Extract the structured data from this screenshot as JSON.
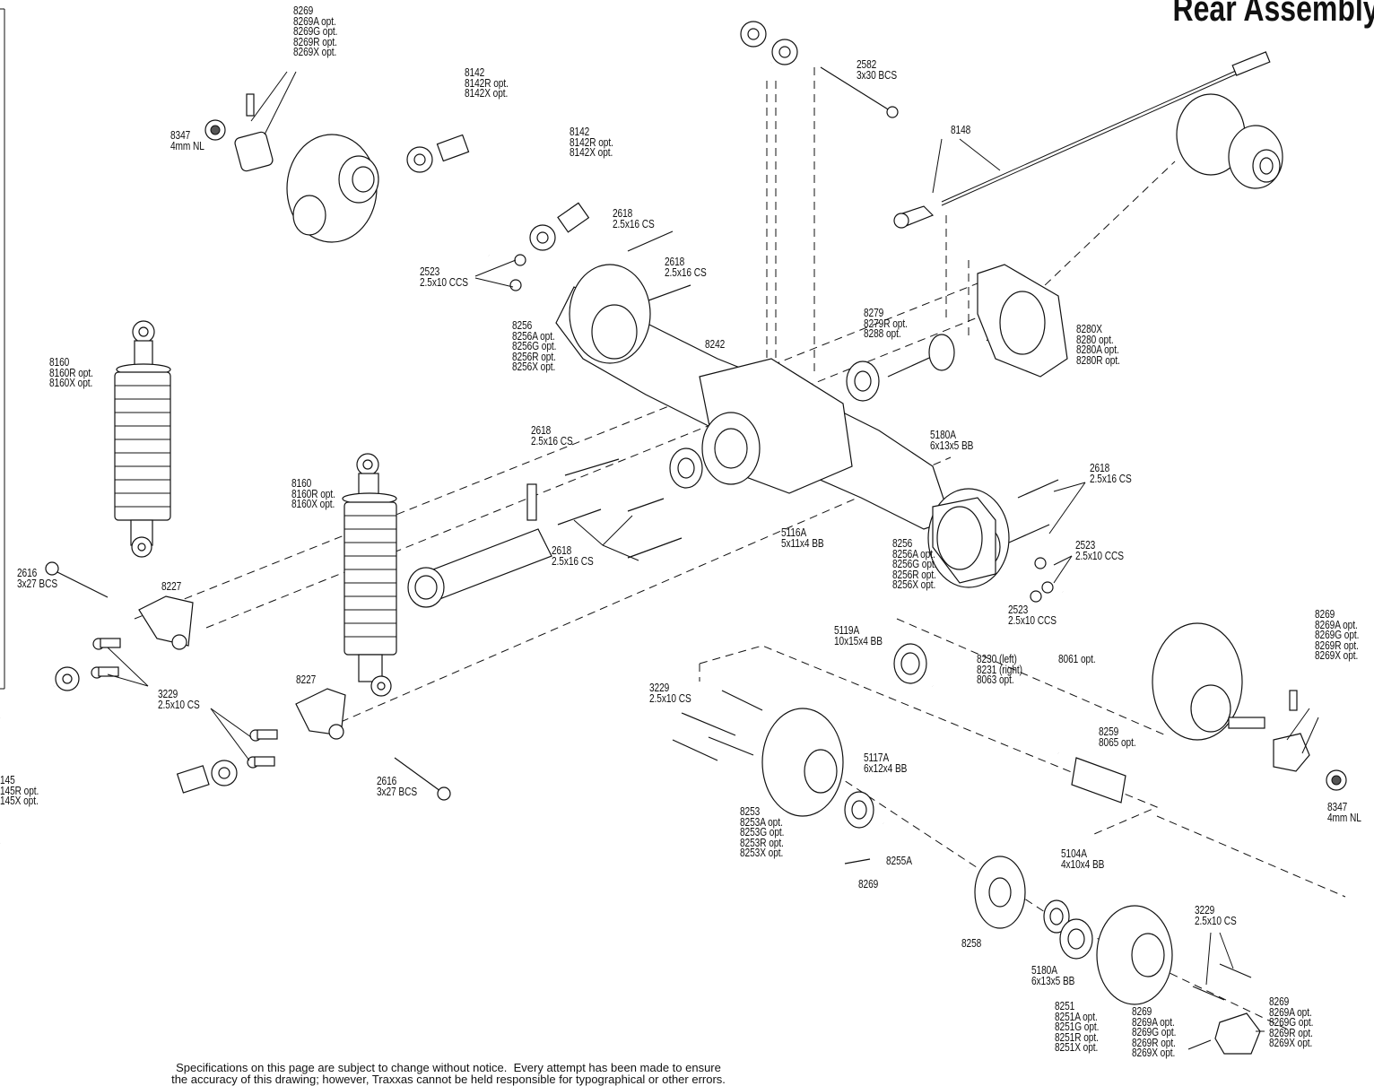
{
  "title": "Rear Assembly",
  "disclaimer": "Specifications on this page are subject to change without notice.  Every attempt has been made to ensure\nthe accuracy of this drawing; however, Traxxas cannot be held responsible for typographical or other errors.",
  "labels": {
    "hex_top_left": "8269\n8269A opt.\n8269G opt.\n8269R opt.\n8269X opt.",
    "nut_top_left": "8347\n4mm NL",
    "link_upper_1": "8142\n8142R opt.\n8142X opt.",
    "link_upper_2": "8142\n8142R opt.\n8142X opt.",
    "screw_2582": "2582\n3x30 BCS",
    "cable_8148": "8148",
    "screw_2618_a": "2618\n2.5x16 CS",
    "screw_2618_b": "2618\n2.5x16 CS",
    "screw_2523_a": "2523\n2.5x10 CCS",
    "portal_left_8256": "8256\n8256A opt.\n8256G opt.\n8256R opt.\n8256X opt.",
    "housing_8242": "8242",
    "gear_8279": "8279\n8279R opt.\n8288 opt.",
    "cover_8280": "8280X\n8280 opt.\n8280A opt.\n8280R opt.",
    "shock_left": "8160\n8160R opt.\n8160X opt.",
    "bearing_5180_a": "5180A\n6x13x5 BB",
    "screw_2618_c": "2618\n2.5x16 CS",
    "screw_2618_d": "2618\n2.5x16 CS",
    "shock_center": "8160\n8160R opt.\n8160X opt.",
    "bearing_5116": "5116A\n5x11x4 BB",
    "screw_2618_e": "2618\n2.5x16 CS",
    "portal_right_8256": "8256\n8256A opt.\n8256G opt.\n8256R opt.\n8256X opt.",
    "screw_2523_b": "2523\n2.5x10 CCS",
    "screw_2523_c": "2523\n2.5x10 CCS",
    "screw_2616_a": "2616\n3x27 BCS",
    "mount_8227_a": "8227",
    "screw_3229_a": "3229\n2.5x10 CS",
    "mount_8227_b": "8227",
    "screw_2616_b": "2616\n3x27 BCS",
    "link_lower": "145\n145R opt.\n145X opt.",
    "bearing_5119": "5119A\n10x15x4 BB",
    "axle_8230": "8230 (left)\n8231 (right)\n8063 opt.",
    "opt_8061": "8061 opt.",
    "screw_3229_b": "3229\n2.5x10 CS",
    "gear_8259": "8259\n8065 opt.",
    "hex_right": "8269\n8269A opt.\n8269G opt.\n8269R opt.\n8269X opt.",
    "nut_right": "8347\n4mm NL",
    "bearing_5117": "5117A\n6x12x4 BB",
    "housing_8253": "8253\n8253A opt.\n8253G opt.\n8253R opt.\n8253X opt.",
    "pin_8269": "8269",
    "shaft_8255": "8255A",
    "bearing_5104": "5104A\n4x10x4 BB",
    "gear_8258": "8258",
    "bearing_5180_b": "5180A\n6x13x5 BB",
    "screw_3229_c": "3229\n2.5x10 CS",
    "cover_8251": "8251\n8251A opt.\n8251G opt.\n8251R opt.\n8251X opt.",
    "hex_bottom_mid": "8269\n8269A opt.\n8269G opt.\n8269R opt.\n8269X opt.",
    "hex_bottom_right": "8269\n8269A opt.\n8269G opt.\n8269R opt.\n8269X opt."
  }
}
